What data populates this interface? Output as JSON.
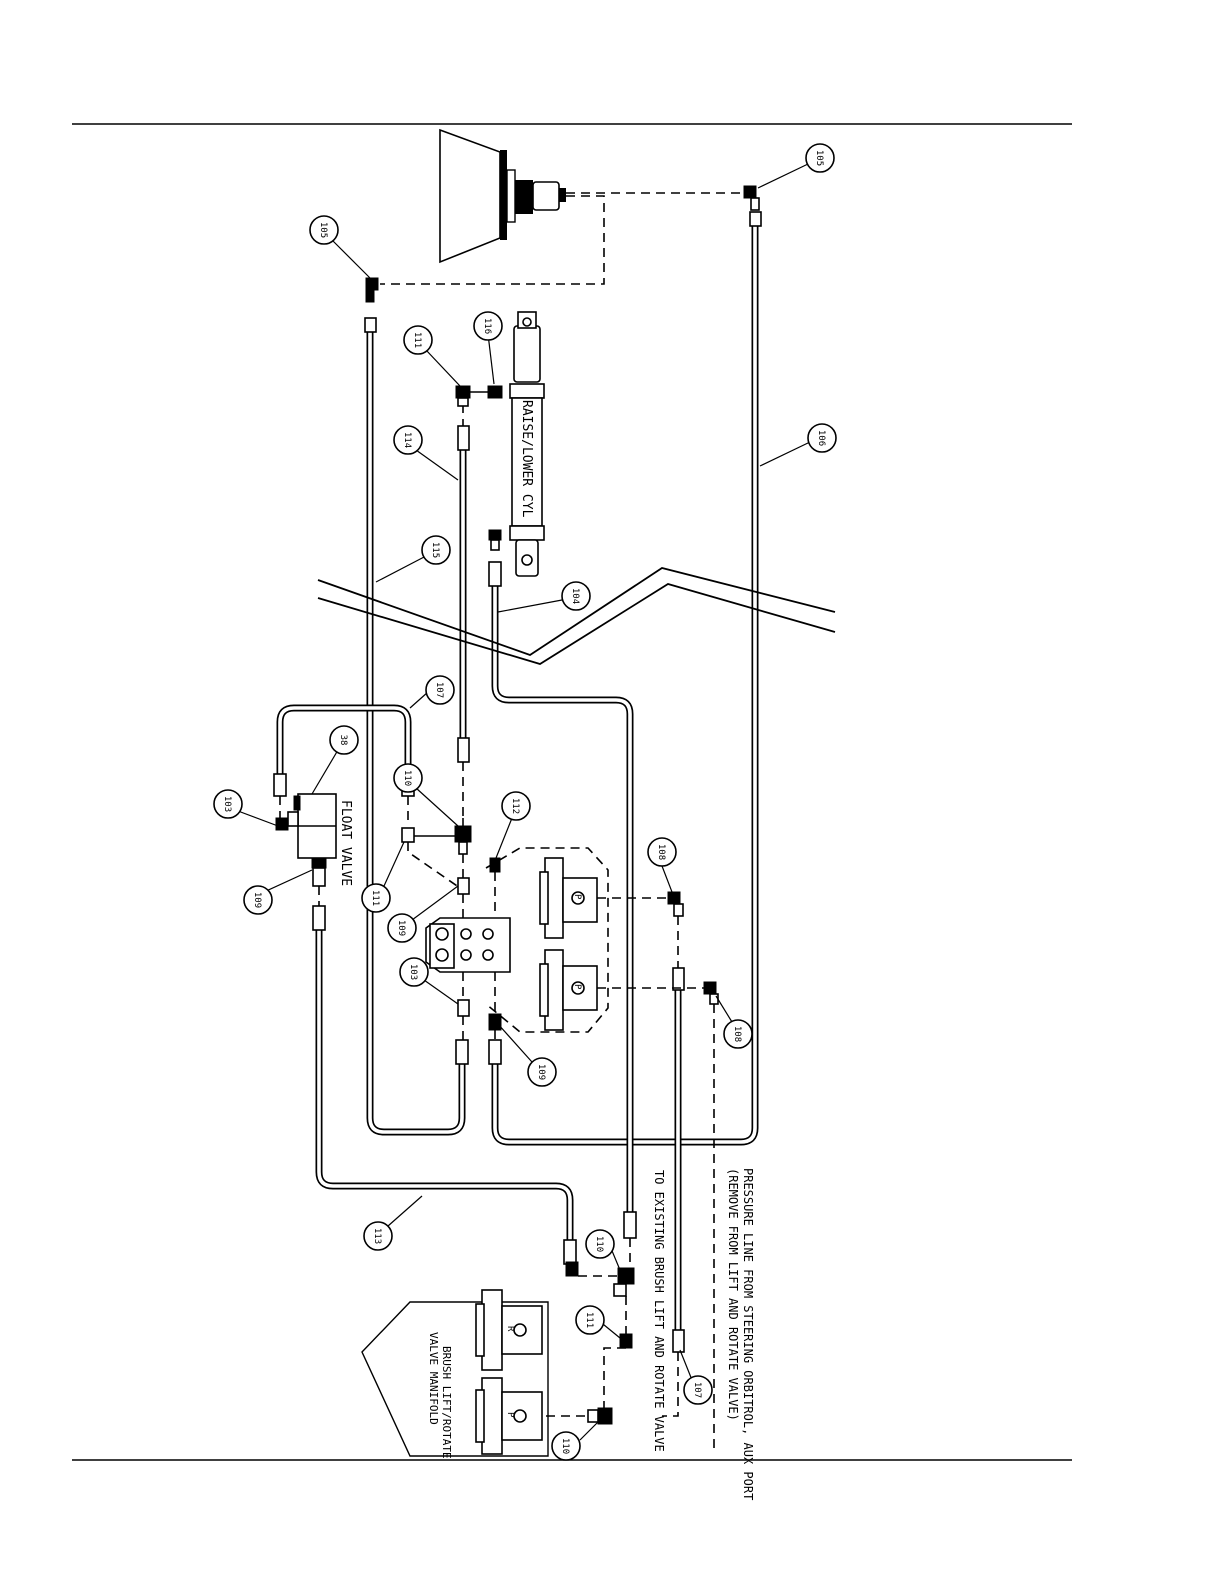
{
  "notes": {
    "cylinder_label": "RAISE/LOWER CYL",
    "float_valve_label": "FLOAT VALVE",
    "brush_valve_line1": "BRUSH LIFT/ROTATE",
    "brush_valve_line2": "VALVE MANIFOLD",
    "existing_valve_note": "TO EXISTING BRUSH LIFT AND ROTATE VALVE",
    "pressure_line1": "PRESSURE LINE FROM STEERING ORBITROL, AUX PORT",
    "pressure_line2": "(REMOVE FROM LIFT AND ROTATE VALVE)"
  },
  "callouts": [
    "105",
    "105",
    "116",
    "111",
    "114",
    "106",
    "115",
    "104",
    "107",
    "38",
    "110",
    "112",
    "108",
    "103",
    "109",
    "111",
    "109",
    "103",
    "108",
    "109",
    "113",
    "110",
    "111",
    "107",
    "110"
  ],
  "port_labels": [
    "P",
    "P",
    "P",
    "R"
  ]
}
